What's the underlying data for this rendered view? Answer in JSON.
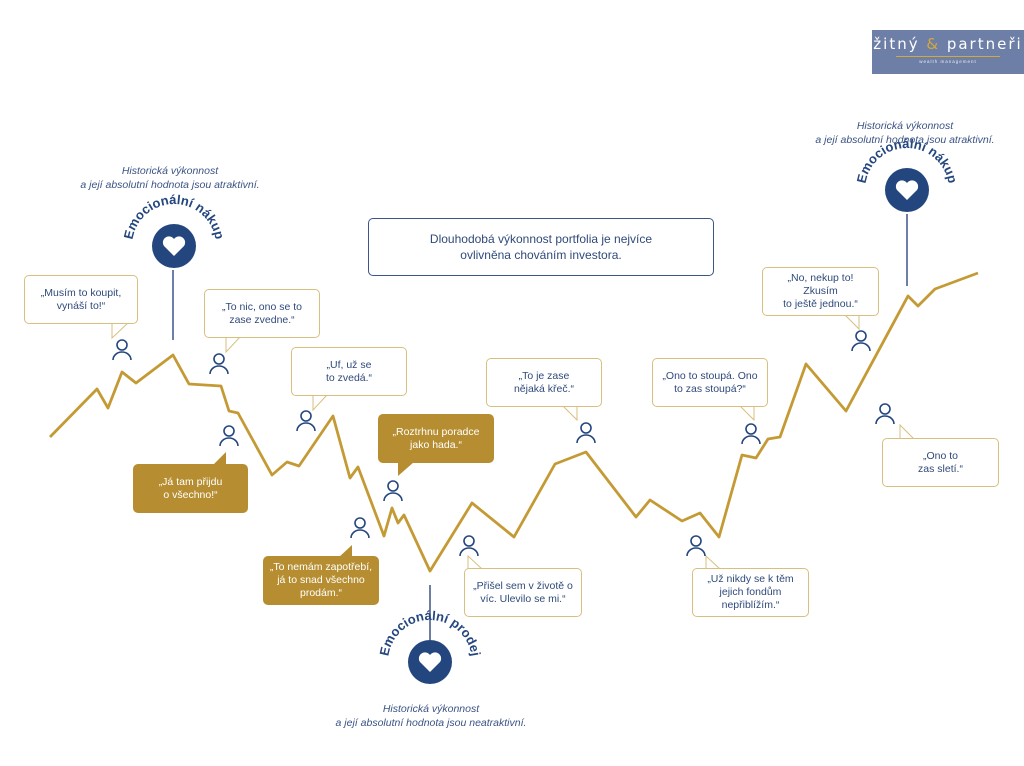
{
  "logo": {
    "name_part1": "žitný ",
    "amp": "&",
    "name_part2": " partneři",
    "tagline": "wealth management"
  },
  "center_text": "Dlouhodobá výkonnost portfolia je nejvíce\novlivněna chováním investora.",
  "notes": {
    "buy_left": "Historická výkonnost\na její absolutní hodnota jsou atraktivní.",
    "buy_right": "Historická výkonnost\na její absolutní hodnota jsou atraktivní.",
    "sell": "Historická výkonnost\na její absolutní hodnota jsou neatraktivní."
  },
  "badges": {
    "buy_left": "Emocionální nákup",
    "buy_right": "Emocionální nákup",
    "sell": "Emocionální prodej"
  },
  "bubbles": [
    {
      "text": "„Musím to koupit,\nvynáší to!“",
      "style": "light"
    },
    {
      "text": "„To nic, ono se to\nzase zvedne.“",
      "style": "light"
    },
    {
      "text": "„Uf, už se\nto zvedá.“",
      "style": "light"
    },
    {
      "text": "„Roztrhnu poradce\njako hada.“",
      "style": "gold"
    },
    {
      "text": "„Já tam přijdu\no všechno!“",
      "style": "gold"
    },
    {
      "text": "„To nemám zapotřebí,\njá to snad všechno\nprodám.“",
      "style": "gold"
    },
    {
      "text": "„Přišel sem v životě o\nvíc. Ulevilo se mi.“",
      "style": "light"
    },
    {
      "text": "„To je zase\nnějaká křeč.“",
      "style": "light"
    },
    {
      "text": "„Ono to stoupá. Ono\nto zas stoupá?“",
      "style": "light"
    },
    {
      "text": "„Už nikdy se k těm\njejich fondům\nnepřiblížím.“",
      "style": "light"
    },
    {
      "text": "„No, nekup to! Zkusím\nto ještě jednou.“",
      "style": "light"
    },
    {
      "text": "„Ono to\nzas sletí.“",
      "style": "light"
    }
  ],
  "colors": {
    "navy": "#2f4a7a",
    "gold": "#c49a35",
    "badge": "#24467f",
    "bubble_border": "#d9bf7f"
  },
  "icons": {
    "person": "person-icon",
    "heart": "heart-icon"
  }
}
